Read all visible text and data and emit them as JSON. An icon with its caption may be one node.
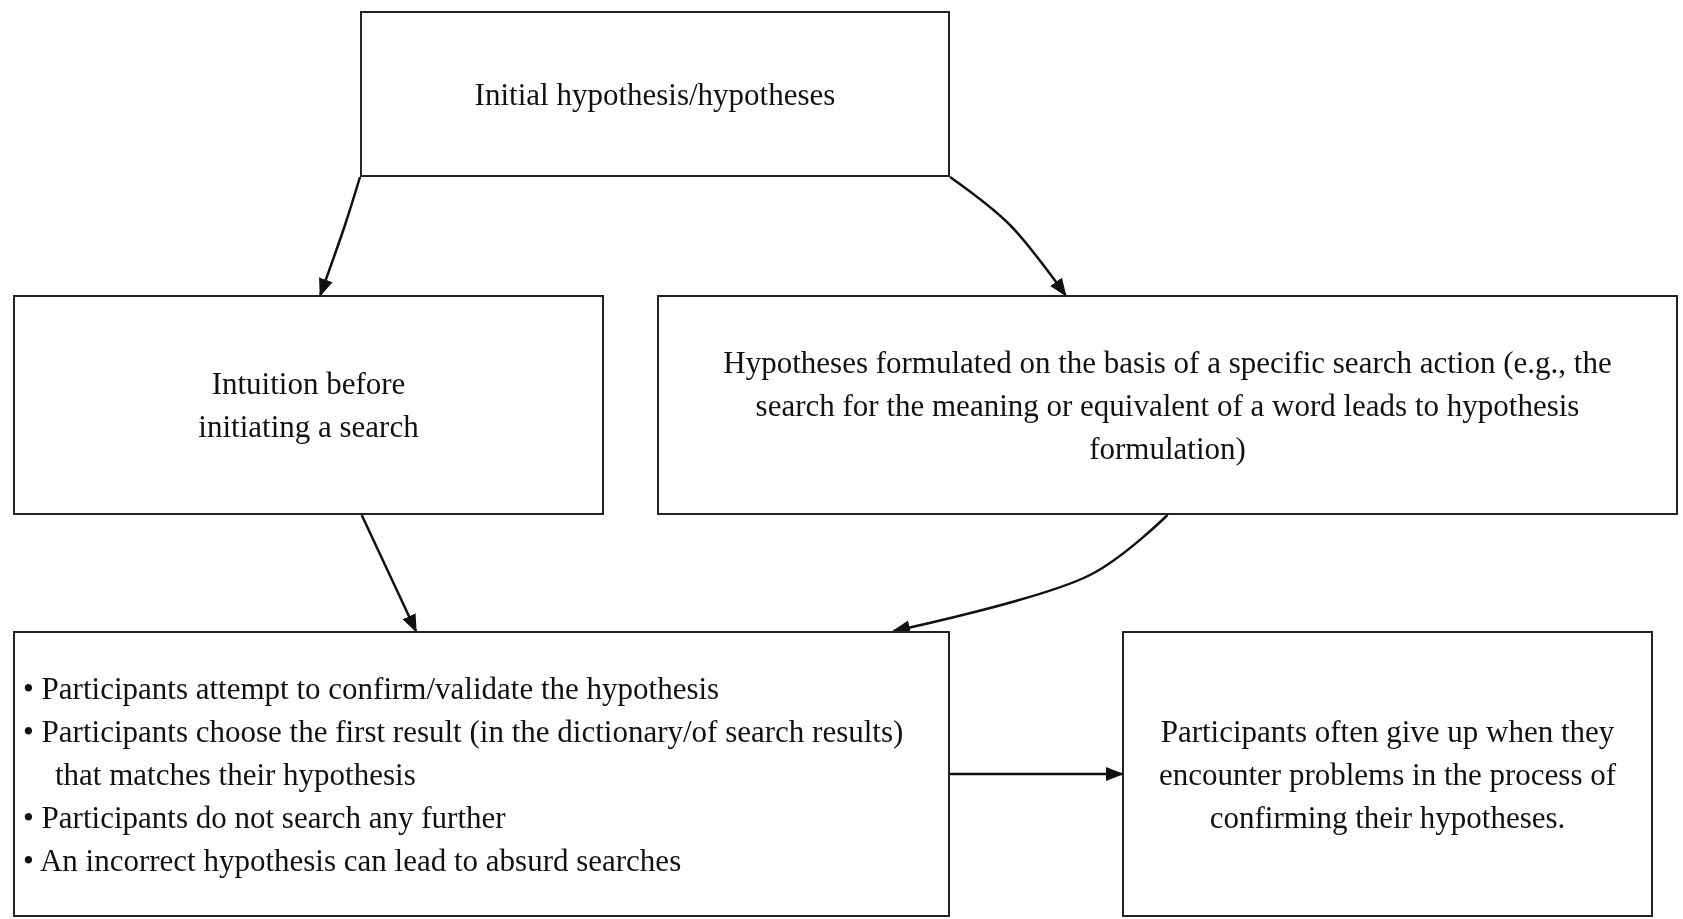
{
  "diagram": {
    "nodes": [
      {
        "text": [
          "Initial hypothesis/hypotheses"
        ]
      },
      {
        "text": [
          "Intuition before initiating a search"
        ]
      },
      {
        "text": [
          "Hypotheses formulated on the basis of a specific search action (e.g., the search for the meaning or equivalent of a word leads to hypothesis formulation)"
        ]
      },
      {
        "text": [
          "• Participants attempt to confirm/validate the hypothesis",
          "• Participants choose the first result (in the dictionary/of search results) that matches their hypothesis",
          "• Participants do not search any further",
          "• An incorrect hypothesis can lead to absurd searches"
        ]
      },
      {
        "text": [
          "Participants often give up when they encounter problems in the process of confirming their hypotheses."
        ]
      }
    ],
    "edges": [
      {
        "from": 0,
        "to": 1,
        "arrow": "to"
      },
      {
        "from": 0,
        "to": 2,
        "arrow": "to"
      },
      {
        "from": 1,
        "to": 3,
        "arrow": "to"
      },
      {
        "from": 2,
        "to": 3,
        "arrow": "to"
      },
      {
        "from": 3,
        "to": 4,
        "arrow": "to"
      }
    ]
  }
}
